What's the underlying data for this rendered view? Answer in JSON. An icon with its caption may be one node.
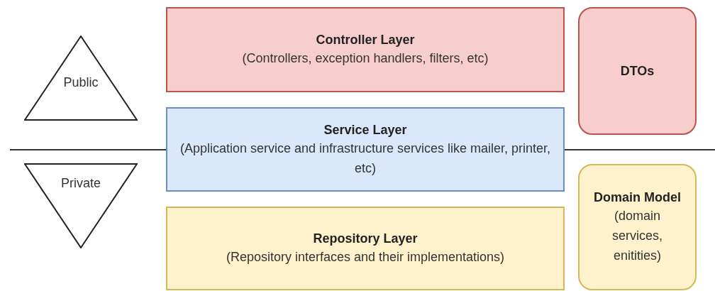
{
  "diagram": {
    "nodes": [
      {
        "text": [
          "Public"
        ]
      },
      {
        "text": [
          "Controller Layer",
          "(Controllers, exception handlers, filters, etc)"
        ]
      },
      {
        "text": [
          "DTOs"
        ]
      },
      {
        "text": [
          "Service Layer",
          "(Application service and infrastructure services like mailer, printer, etc)"
        ]
      },
      {
        "text": [
          "Private"
        ]
      },
      {
        "text": [
          "Repository Layer",
          "(Repository interfaces and their implementations)"
        ]
      },
      {
        "text": [
          "Domain Model",
          "(domain services, enitities)"
        ]
      }
    ]
  }
}
